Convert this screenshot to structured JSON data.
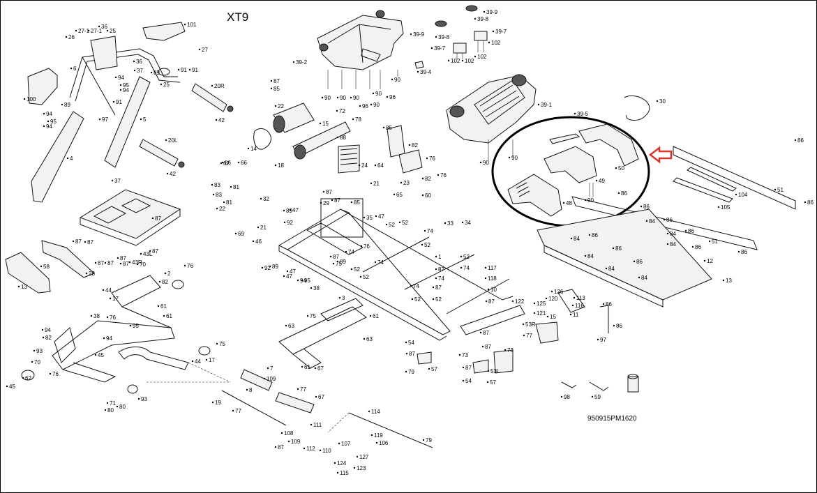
{
  "title": "XT9",
  "drawing_code": "950915PM1620",
  "highlight": {
    "color": "#d8342c",
    "circle_color": "#000000",
    "highlighted_parts": [
      "39-5",
      "48",
      "49",
      "50",
      "90"
    ]
  },
  "labels": [
    "39-9",
    "39-8",
    "39-9",
    "39-8",
    "39-7",
    "39-7",
    "102",
    "102",
    "102",
    "102",
    "39-4",
    "39-2",
    "90",
    "90",
    "90",
    "96",
    "90",
    "90",
    "96",
    "90",
    "39-1",
    "39-5",
    "90",
    "90",
    "30",
    "86",
    "48",
    "49",
    "50",
    "90",
    "51",
    "105",
    "104",
    "86",
    "51",
    "86",
    "86",
    "86",
    "84",
    "84",
    "86",
    "84",
    "86",
    "86",
    "84",
    "84",
    "86",
    "84",
    "86",
    "84",
    "86",
    "13",
    "12",
    "27-1",
    "27-1",
    "36",
    "25",
    "26",
    "101",
    "27",
    "91",
    "6",
    "36",
    "37",
    "89",
    "94",
    "95",
    "94",
    "20R",
    "91",
    "25",
    "100",
    "94",
    "95",
    "94",
    "89",
    "91",
    "42",
    "97",
    "5",
    "4",
    "20L",
    "42",
    "37",
    "87",
    "85",
    "22",
    "72",
    "78",
    "15",
    "14",
    "88",
    "24",
    "18",
    "67",
    "85",
    "82",
    "76",
    "64",
    "23",
    "82",
    "76",
    "66",
    "66",
    "83",
    "83",
    "81",
    "81",
    "22",
    "32",
    "89",
    "47",
    "21",
    "69",
    "87",
    "46",
    "92",
    "21",
    "65",
    "60",
    "33",
    "34",
    "29",
    "87",
    "85",
    "35",
    "47",
    "52",
    "52",
    "89",
    "76",
    "74",
    "87",
    "52",
    "47",
    "92",
    "89",
    "47",
    "74",
    "75",
    "52",
    "74",
    "52",
    "52",
    "74",
    "1",
    "117",
    "118",
    "74",
    "52",
    "74",
    "52",
    "10",
    "87",
    "87",
    "87",
    "87",
    "87",
    "87",
    "87",
    "87",
    "87",
    "87",
    "43R",
    "43L",
    "87",
    "28",
    "13",
    "58",
    "94",
    "95",
    "38",
    "44",
    "17",
    "70",
    "2",
    "82",
    "76",
    "38",
    "61",
    "61",
    "76",
    "94",
    "95",
    "94",
    "82",
    "93",
    "45",
    "17",
    "44",
    "70",
    "62",
    "45",
    "76",
    "93",
    "71",
    "80",
    "80",
    "75",
    "3",
    "75",
    "63",
    "61",
    "63",
    "61",
    "67",
    "7",
    "8",
    "77",
    "19",
    "77",
    "87",
    "67",
    "109",
    "111",
    "108",
    "109",
    "112",
    "110",
    "107",
    "119",
    "106",
    "124",
    "127",
    "123",
    "115",
    "114",
    "79",
    "54",
    "87",
    "57",
    "79",
    "73",
    "87",
    "57",
    "54",
    "87",
    "53L",
    "73",
    "53R",
    "77",
    "15",
    "87",
    "122",
    "126",
    "120",
    "125",
    "121",
    "113",
    "116",
    "11",
    "86",
    "86",
    "97",
    "98",
    "59"
  ]
}
